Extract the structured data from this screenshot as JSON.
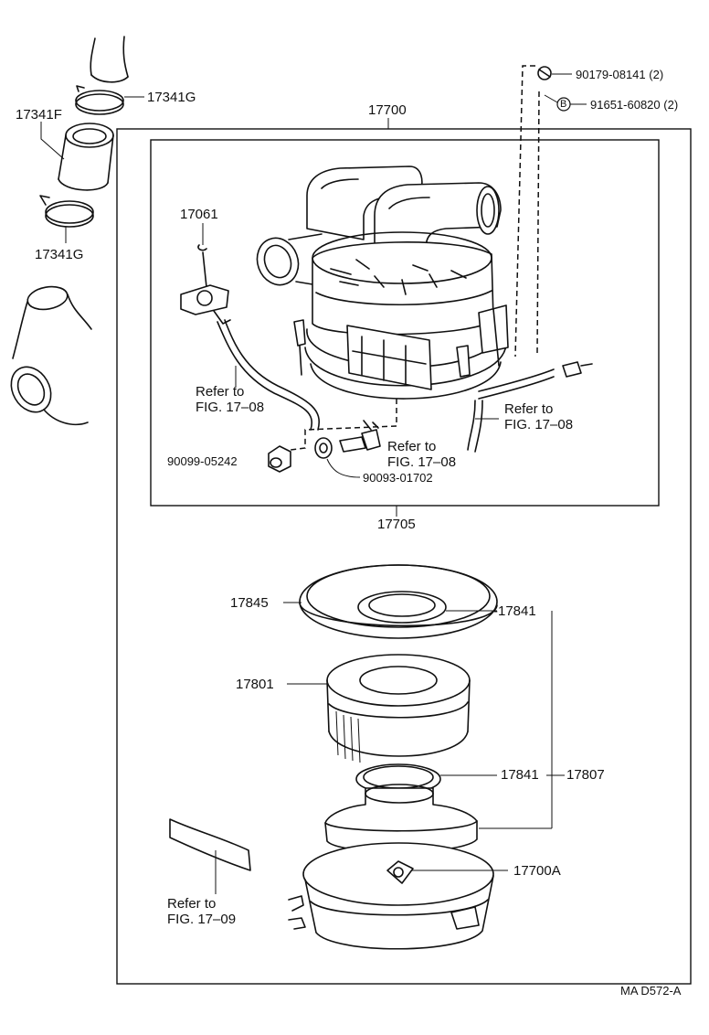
{
  "drawing_id": "MA D572-A",
  "callouts": {
    "hose_clamp_upper": "17341G",
    "hose": "17341F",
    "hose_clamp_lower": "17341G",
    "bolt": "90179-08141",
    "bolt_qty": "(2)",
    "bolt_b_marker": "B",
    "bolt_b": "91651-60820",
    "bolt_b_qty": "(2)",
    "assembly": "17700",
    "vsv": "17061",
    "refer_1_line1": "Refer to",
    "refer_1_line2": "FIG. 17–08",
    "refer_2_line1": "Refer to",
    "refer_2_line2": "FIG. 17–08",
    "refer_3_line1": "Refer to",
    "refer_3_line2": "FIG. 17–08",
    "nut": "90099-05242",
    "washer": "90093-01702",
    "sub_assembly": "17705",
    "gasket": "17845",
    "gasket_right": "17841",
    "element": "17801",
    "gasket_lower": "17841",
    "case": "17807",
    "wing_nut": "17700A",
    "refer_4_line1": "Refer to",
    "refer_4_line2": "FIG. 17–09"
  }
}
